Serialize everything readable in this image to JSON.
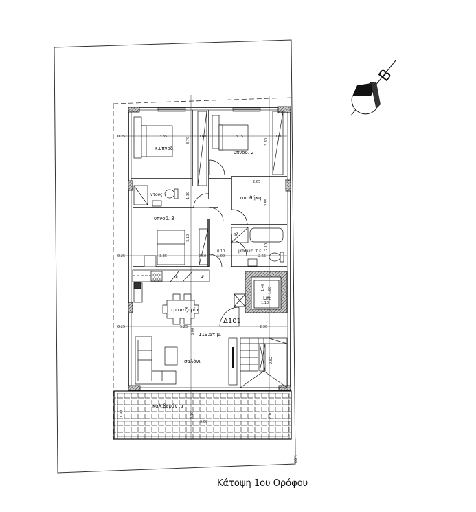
{
  "drawing": {
    "title": "Κάτοψη 1ου Ορόφου",
    "north_arrow": {
      "letter": "B",
      "icon": "north-arrow-icon"
    },
    "rooms": [
      {
        "id": "master_bedroom",
        "label": "κ.υπνοδ."
      },
      {
        "id": "bedroom_2",
        "label": "υπνοδ. 2"
      },
      {
        "id": "shower",
        "label": "ντους"
      },
      {
        "id": "bedroom_3",
        "label": "υπνοδ. 3"
      },
      {
        "id": "storage",
        "label": "αποθήκη"
      },
      {
        "id": "bathroom",
        "label": "μπάνιο τ.ε."
      },
      {
        "id": "laundry",
        "label": "πλ."
      },
      {
        "id": "dining",
        "label": "τραπεζαρία"
      },
      {
        "id": "living",
        "label": "σαλόνι"
      },
      {
        "id": "veranda",
        "label": "καλ.βεράντα"
      },
      {
        "id": "lift",
        "label": "Lift"
      }
    ],
    "kitchen": {
      "fridge": "Ψ.",
      "oven": "Φ."
    },
    "unit": {
      "code": "Δ101",
      "area": "119.5τ.μ."
    },
    "dimensions": {
      "wall_025": "0.25",
      "master_width": "3.35",
      "closet_060": "0.60",
      "bed2_width": "3.15",
      "bed2_closet": "0.60",
      "master_height": "3.70",
      "bed2_height": "3.30",
      "storage_width": "2.65",
      "storage_height": "2.55",
      "bath_height": "2.10",
      "bath_width": "2.65",
      "shower_height": "1.30",
      "bed3_height": "3.10",
      "bed3_width": "3.35",
      "gap_010": "0.10",
      "door_100": "1.00",
      "kitchen_width": "5.25",
      "lift_depth": "1.60",
      "lift_inner_h": "1.40",
      "lift_width": "1.10",
      "landing": "2.30",
      "living_height": "6.00",
      "stair_len": "2.62",
      "veranda_depth": "1.90",
      "veranda_width": "9.00",
      "veranda_mid": "2.10",
      "setback": "1.90",
      "inner_010": "0.10"
    }
  }
}
